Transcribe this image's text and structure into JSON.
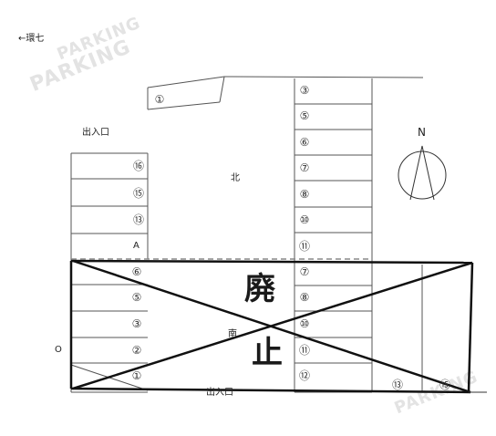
{
  "watermark": "PARKING",
  "labels": {
    "direction": "←環七",
    "entrance_top": "出入口",
    "entrance_bottom": "出入口",
    "north_compass": "N",
    "north_area": "北",
    "south_area": "南",
    "space_a": "A",
    "edge_o": "O"
  },
  "stamp": {
    "char1": "廃",
    "char2": "止"
  },
  "spaces": {
    "top_single": "①",
    "right_column": [
      "③",
      "⑤",
      "⑥",
      "⑦",
      "⑧",
      "⑩",
      "⑪",
      "⑦",
      "⑧",
      "⑩",
      "⑪",
      "⑫"
    ],
    "left_upper": [
      "⑯",
      "⑮",
      "⑬"
    ],
    "left_lower": [
      "⑥",
      "⑤",
      "③",
      "②",
      "①"
    ],
    "bottom_right": [
      "⑬",
      "⑮"
    ]
  }
}
